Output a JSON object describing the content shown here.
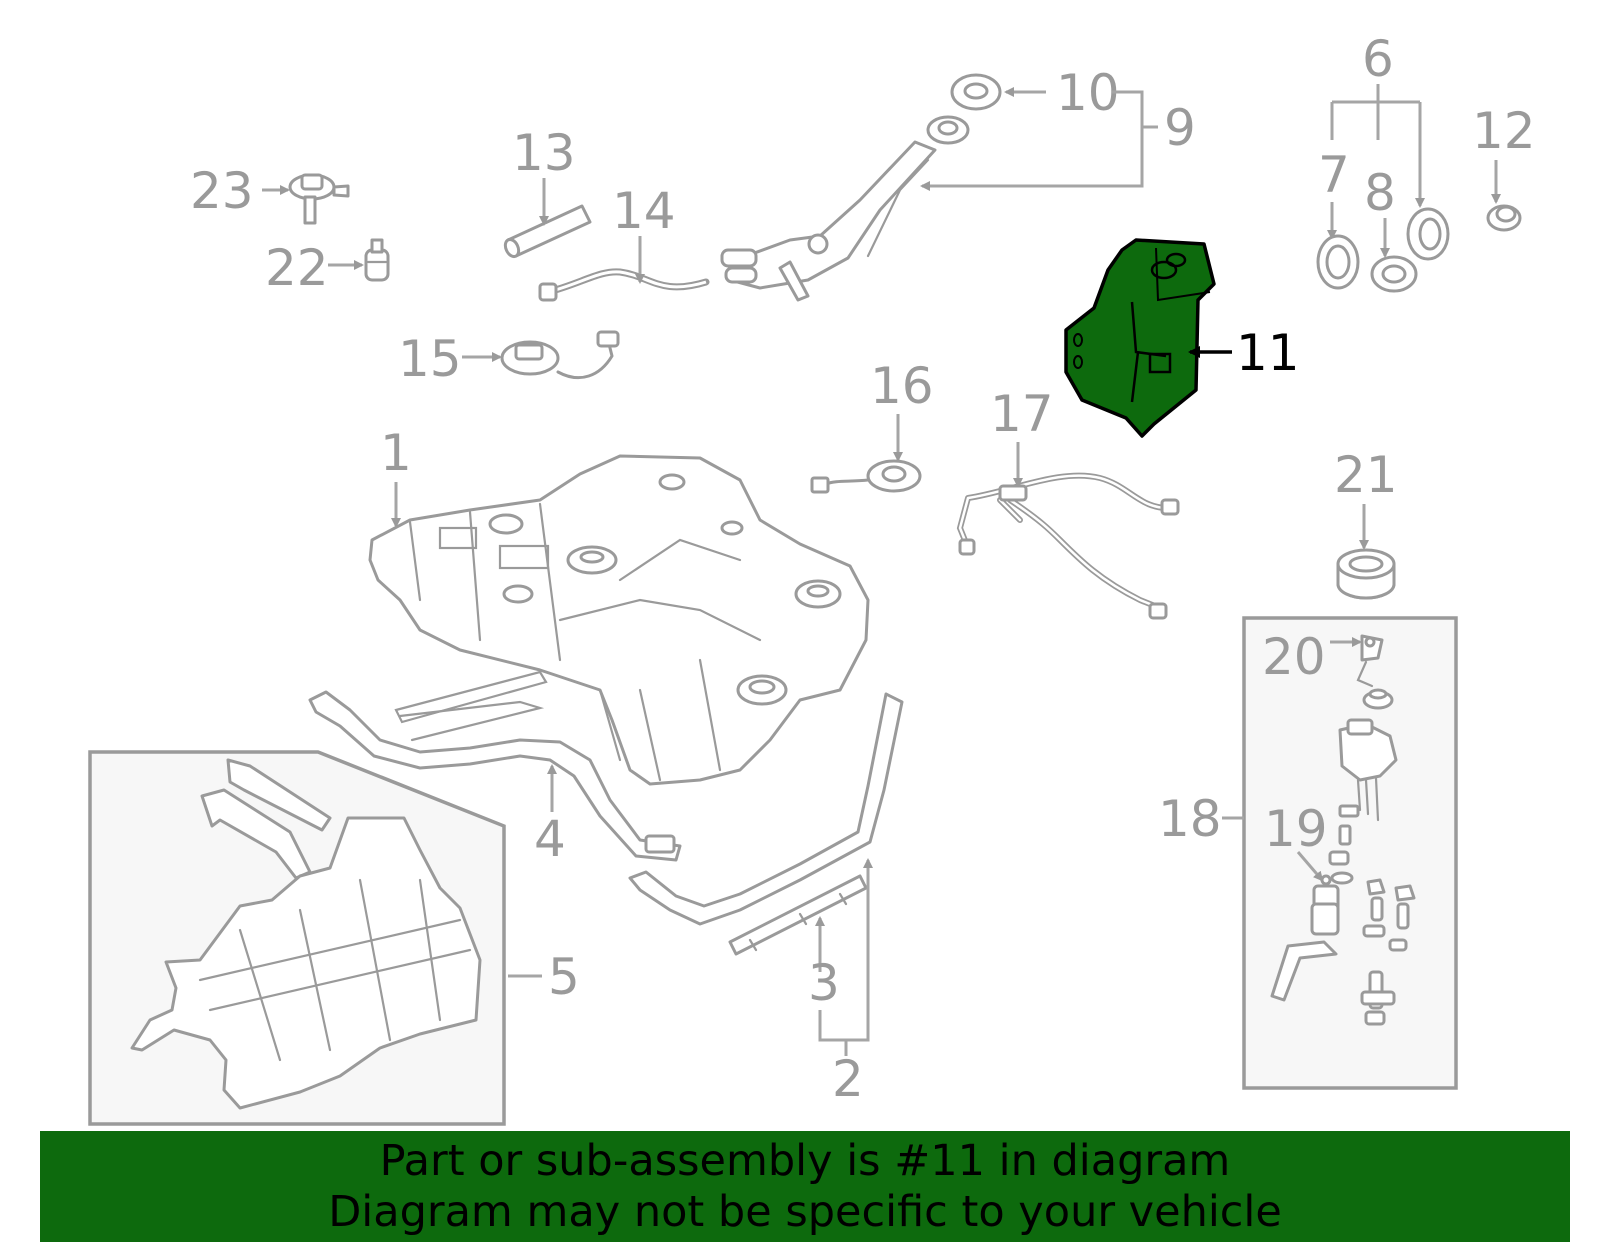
{
  "callouts": {
    "c1": "1",
    "c2": "2",
    "c3": "3",
    "c4": "4",
    "c5": "5",
    "c6": "6",
    "c7": "7",
    "c8": "8",
    "c9": "9",
    "c10": "10",
    "c11": "11",
    "c12": "12",
    "c13": "13",
    "c14": "14",
    "c15": "15",
    "c16": "16",
    "c17": "17",
    "c18": "18",
    "c19": "19",
    "c20": "20",
    "c21": "21",
    "c22": "22",
    "c23": "23"
  },
  "highlight": {
    "part_number": "11",
    "color": "#0d6a0d"
  },
  "banner": {
    "line1": "Part or sub-assembly is #11 in diagram",
    "line2": "Diagram may not be specific to your vehicle",
    "background": "#0d6a0d"
  }
}
